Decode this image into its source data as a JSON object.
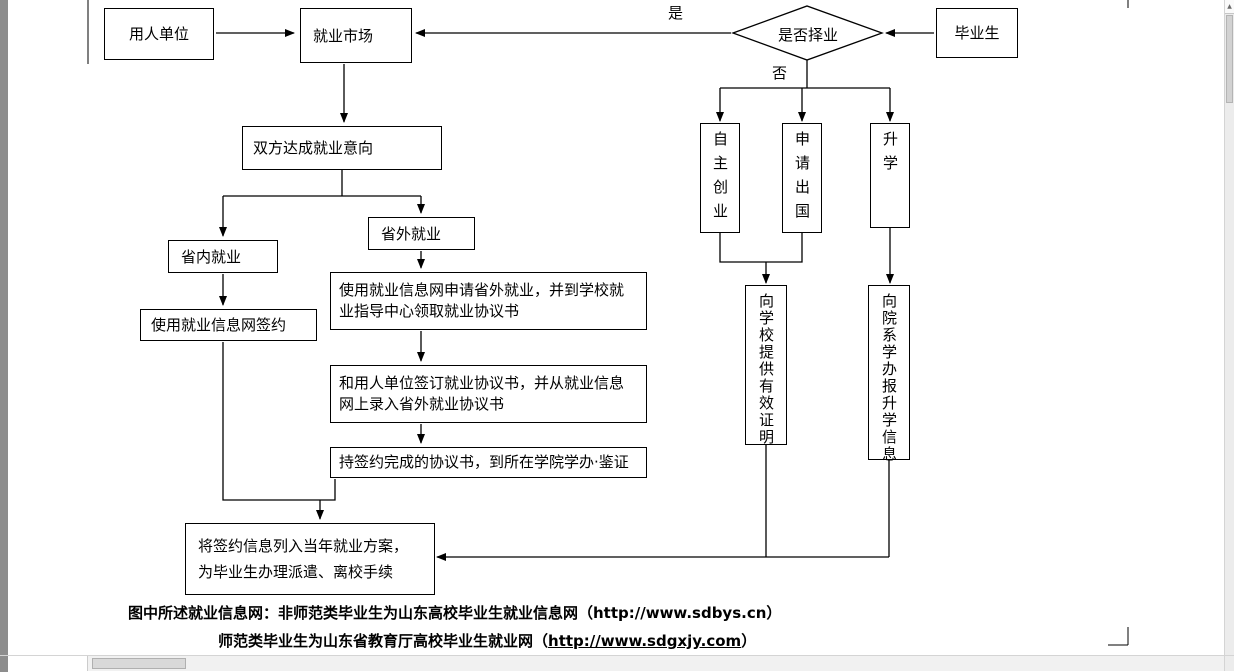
{
  "nodes": {
    "employer": "用人单位",
    "market": "就业市场",
    "decision": "是否择业",
    "graduate": "毕业生",
    "intent": "双方达成就业意向",
    "in_province": "省内就业",
    "out_province": "省外就业",
    "sign_online": "使用就业信息网签约",
    "apply_out": "使用就业信息网申请省外就业，并到学校就\n业指导中心领取就业协议书",
    "sign_agreement": "和用人单位签订就业协议书，并从就业信息\n网上录入省外就业协议书",
    "verify": "持签约完成的协议书，到所在学院学办·鉴证",
    "plan": "将签约信息列入当年就业方案，\n为毕业生办理派遣、离校手续",
    "self_employ": "自主创业",
    "abroad": "申请出国",
    "further_study": "升学",
    "proof": "向学校提供有效证明",
    "report": "向院系学办报升学信息"
  },
  "edge_labels": {
    "yes": "是",
    "no": "否"
  },
  "footnote": {
    "line1": "图中所述就业信息网：非师范类毕业生为山东高校毕业生就业信息网（http://www.sdbys.cn）",
    "line2_prefix": "师范类毕业生为山东省教育厅高校毕业生就业网（",
    "line2_url": "http://www.sdgxjy.com",
    "line2_suffix": "）"
  },
  "icons": {
    "scroll_up": "▲"
  },
  "colors": {
    "line": "#000000",
    "node_bg": "#ffffff",
    "chrome": "#f1f1f1"
  }
}
